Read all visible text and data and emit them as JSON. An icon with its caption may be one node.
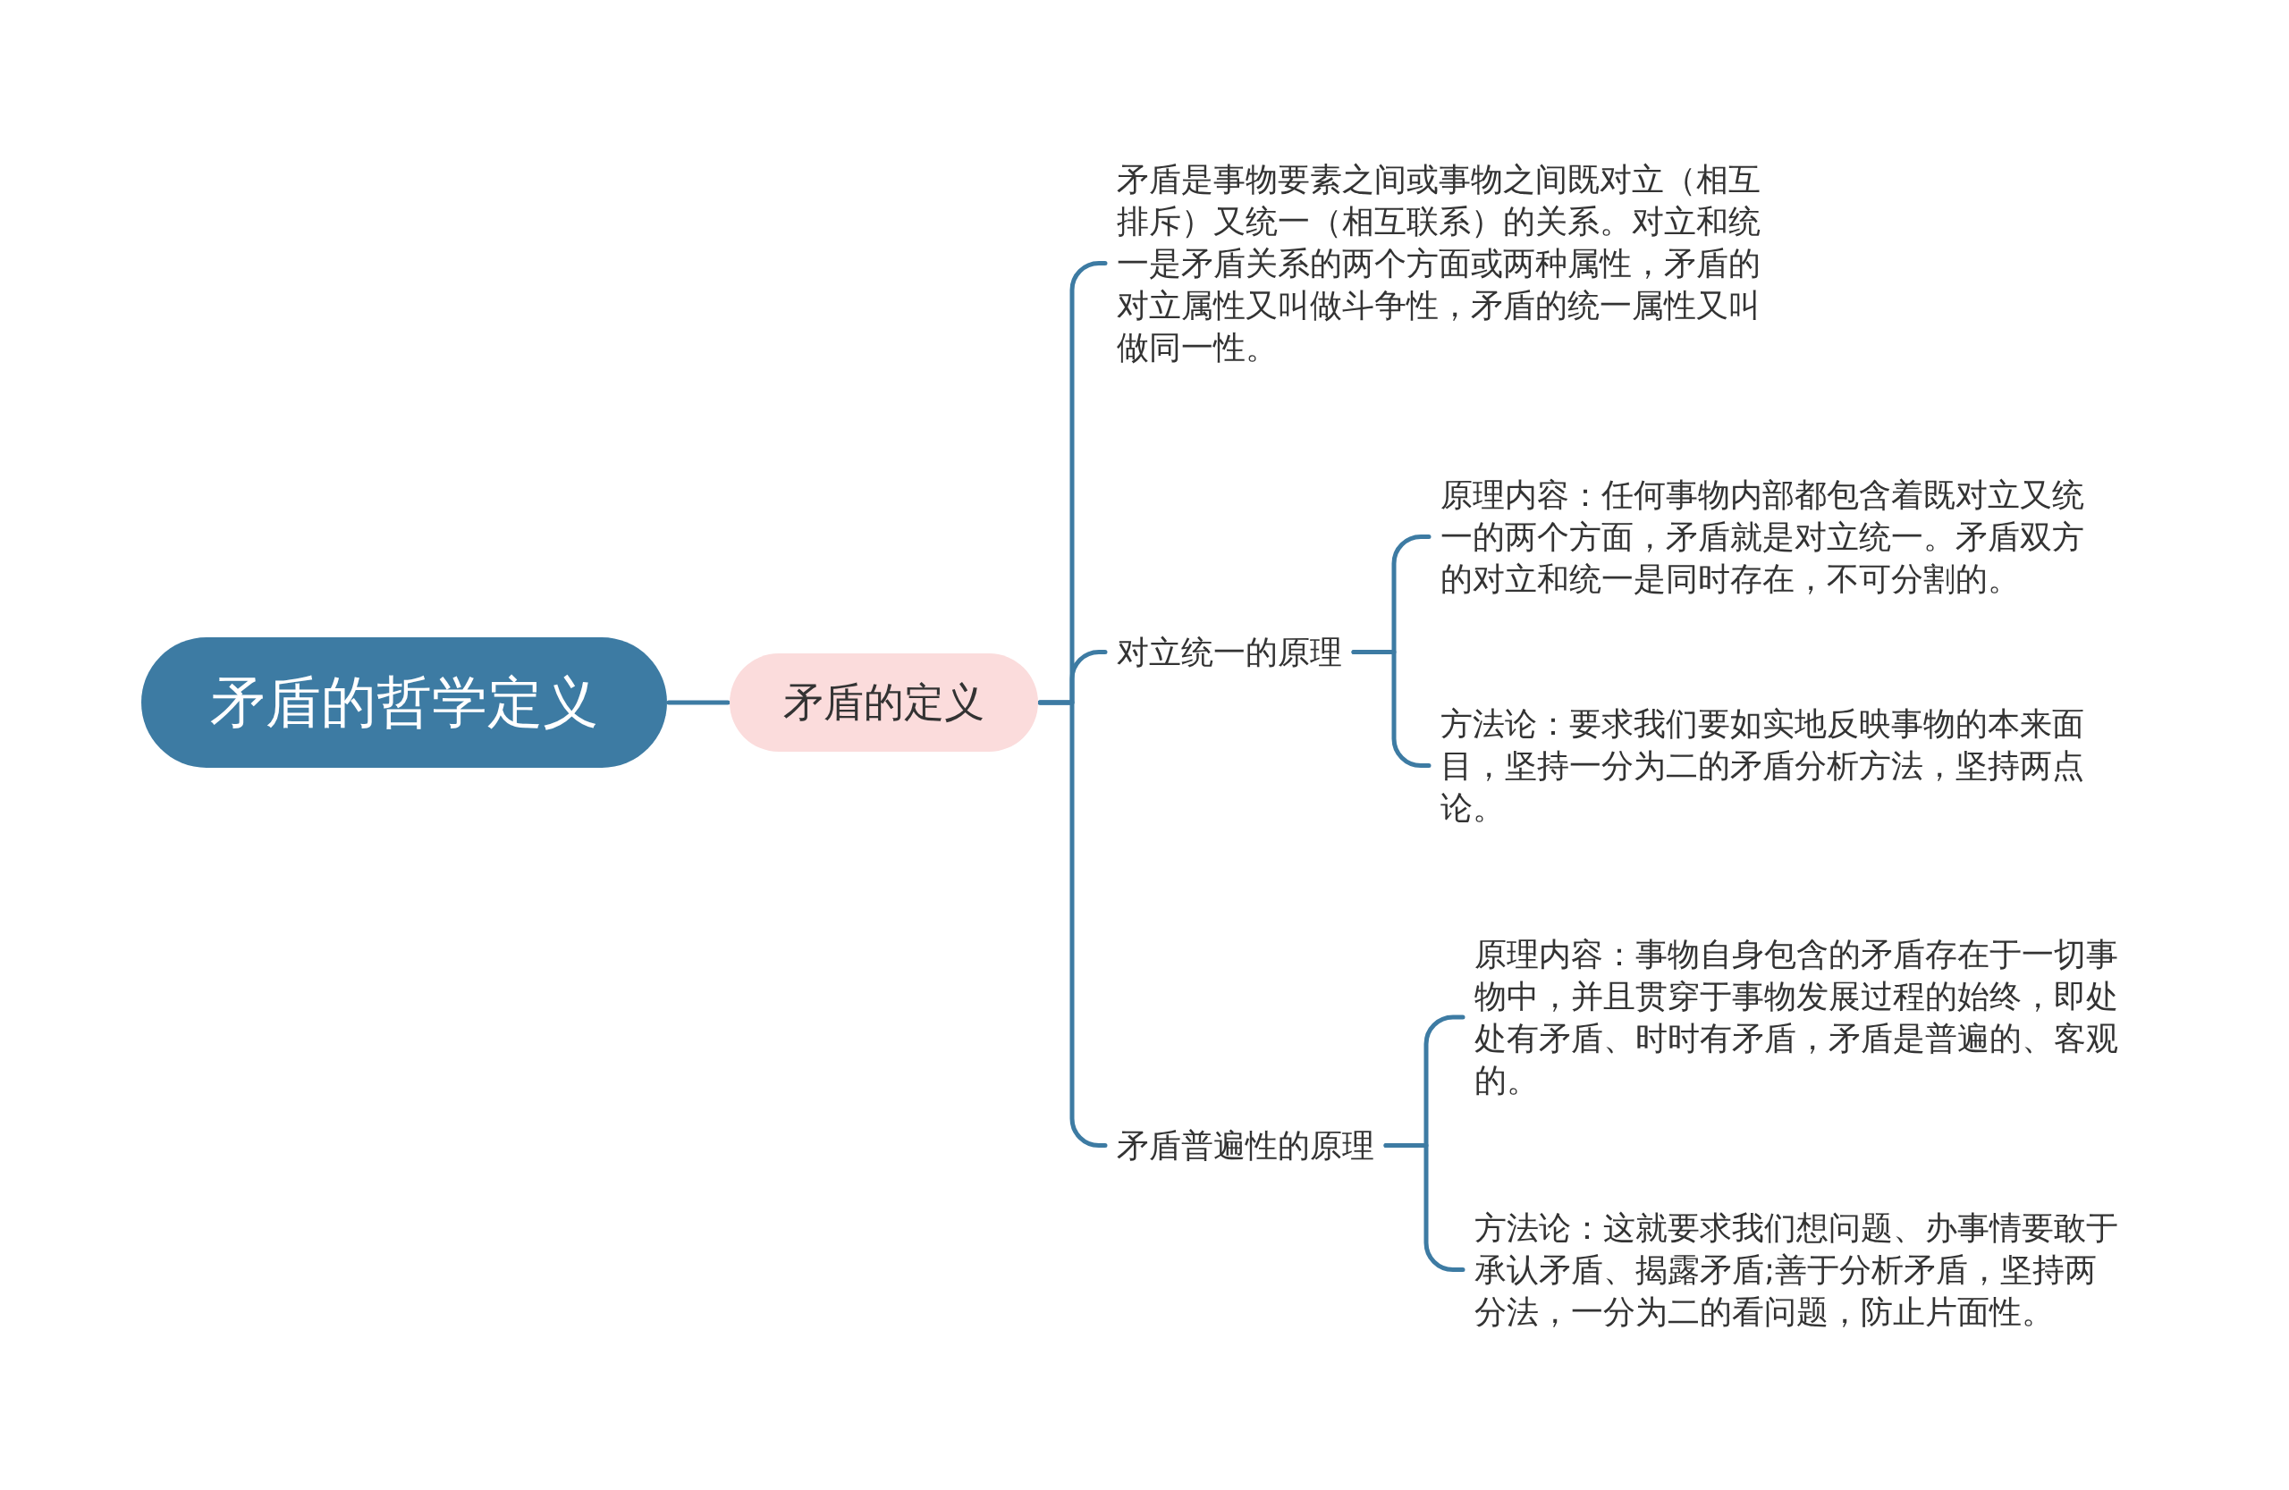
{
  "diagram": {
    "nodes": [
      {
        "text": [
          "矛盾的哲学定义"
        ]
      },
      {
        "text": [
          "矛盾的定义"
        ]
      },
      {
        "text": [
          "矛盾是事物要素之间或事物之间既对立（相互排斥）又统一（相互联系）的关系。对立和统一是矛盾关系的两个方面或两种属性，矛盾的对立属性又叫做斗争性，矛盾的统一属性又叫做同一性。"
        ]
      },
      {
        "text": [
          "对立统一的原理"
        ]
      },
      {
        "text": [
          "原理内容：任何事物内部都包含着既对立又统一的两个方面，矛盾就是对立统一。矛盾双方的对立和统一是同时存在，不可分割的。"
        ]
      },
      {
        "text": [
          "方法论：要求我们要如实地反映事物的本来面目，坚持一分为二的矛盾分析方法，坚持两点论。"
        ]
      },
      {
        "text": [
          "矛盾普遍性的原理"
        ]
      },
      {
        "text": [
          "原理内容：事物自身包含的矛盾存在于一切事物中，并且贯穿于事物发展过程的始终，即处处有矛盾、时时有矛盾，矛盾是普遍的、客观的。"
        ]
      },
      {
        "text": [
          "方法论：这就要求我们想问题、办事情要敢于承认矛盾、揭露矛盾;善于分析矛盾，坚持两分法，一分为二的看问题，防止片面性。"
        ]
      }
    ],
    "edges": [
      {
        "from": 0,
        "to": 1,
        "arrow": "none"
      },
      {
        "from": 1,
        "to": 2,
        "arrow": "none"
      },
      {
        "from": 1,
        "to": 3,
        "arrow": "none"
      },
      {
        "from": 1,
        "to": 6,
        "arrow": "none"
      },
      {
        "from": 3,
        "to": 4,
        "arrow": "none"
      },
      {
        "from": 3,
        "to": 5,
        "arrow": "none"
      },
      {
        "from": 6,
        "to": 7,
        "arrow": "none"
      },
      {
        "from": 6,
        "to": 8,
        "arrow": "none"
      }
    ]
  }
}
